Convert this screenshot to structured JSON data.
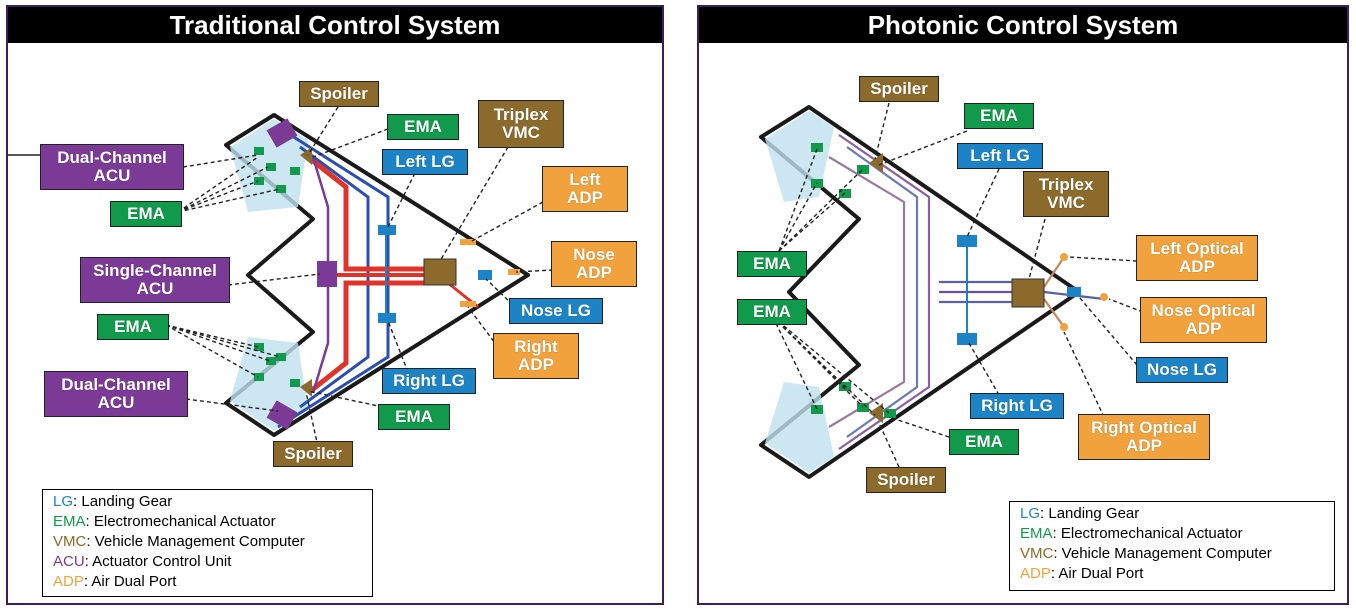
{
  "left_panel": {
    "title": "Traditional Control System",
    "labels": {
      "spoiler_top": "Spoiler",
      "ema_top": "EMA",
      "triplex_vmc": "Triplex\nVMC",
      "dual_acu_top": "Dual-Channel\nACU",
      "left_lg": "Left LG",
      "left_adp": "Left\nADP",
      "ema_left_upper": "EMA",
      "nose_adp": "Nose\nADP",
      "single_acu": "Single-Channel\nACU",
      "nose_lg": "Nose LG",
      "ema_left_lower": "EMA",
      "right_adp": "Right\nADP",
      "dual_acu_bottom": "Dual-Channel\nACU",
      "right_lg": "Right LG",
      "ema_bottom": "EMA",
      "spoiler_bottom": "Spoiler"
    },
    "legend": [
      {
        "key": "LG",
        "desc": ": Landing Gear",
        "color": "#1c84c6"
      },
      {
        "key": "EMA",
        "desc": ": Electromechanical Actuator",
        "color": "#119a4b"
      },
      {
        "key": "VMC",
        "desc": ": Vehicle Management Computer",
        "color": "#8b6a2b"
      },
      {
        "key": "ACU",
        "desc": ": Actuator Control Unit",
        "color": "#7b3a96"
      },
      {
        "key": "ADP",
        "desc": ": Air Dual Port",
        "color": "#f2a23c"
      }
    ]
  },
  "right_panel": {
    "title": "Photonic Control System",
    "labels": {
      "spoiler_top": "Spoiler",
      "ema_top": "EMA",
      "left_lg": "Left LG",
      "triplex_vmc": "Triplex\nVMC",
      "ema_upper": "EMA",
      "left_optical_adp": "Left Optical\nADP",
      "ema_lower": "EMA",
      "nose_optical_adp": "Nose Optical\nADP",
      "nose_lg": "Nose LG",
      "right_lg": "Right LG",
      "right_optical_adp": "Right Optical\nADP",
      "ema_bottom": "EMA",
      "spoiler_bottom": "Spoiler"
    },
    "legend": [
      {
        "key": "LG",
        "desc": ": Landing Gear",
        "color": "#1c84c6"
      },
      {
        "key": "EMA",
        "desc": ": Electromechanical Actuator",
        "color": "#119a4b"
      },
      {
        "key": "VMC",
        "desc": ": Vehicle Management Computer",
        "color": "#8b6a2b"
      },
      {
        "key": "ADP",
        "desc": ": Air Dual Port",
        "color": "#f2a23c"
      }
    ]
  }
}
